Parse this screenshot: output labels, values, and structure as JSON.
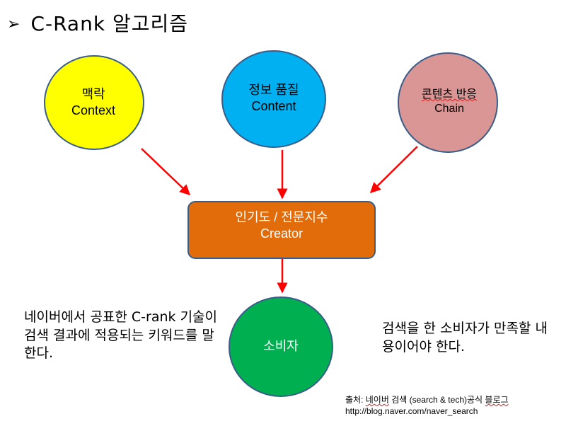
{
  "title": {
    "bullet": "➢",
    "text": "C-Rank 알고리즘"
  },
  "nodes": {
    "context": {
      "ko": "맥락",
      "en": "Context",
      "fill": "#ffff00"
    },
    "content": {
      "ko": "정보 품질",
      "en": "Content",
      "fill": "#00b0f0"
    },
    "chain": {
      "ko": "콘텐츠 반응",
      "en": "Chain",
      "fill": "#d99694"
    },
    "creator": {
      "ko": "인기도 / 전문지수",
      "en": "Creator",
      "fill": "#e36c0a"
    },
    "consumer": {
      "ko": "소비자",
      "fill": "#00b050"
    }
  },
  "colors": {
    "node_border": "#385d8a",
    "arrow": "#ff0000"
  },
  "notes": {
    "left": "네이버에서 공표한 C-rank 기술이 검색 결과에 적용되는 키워드를 말한다.",
    "right": "검색을 한 소비자가 만족할 내용이어야 한다."
  },
  "source": {
    "prefix": "출처: ",
    "naver": "네이버",
    "middle": " 검색 (search & tech)공식 ",
    "blog": "블로그",
    "url": "http://blog.naver.com/naver_search"
  }
}
